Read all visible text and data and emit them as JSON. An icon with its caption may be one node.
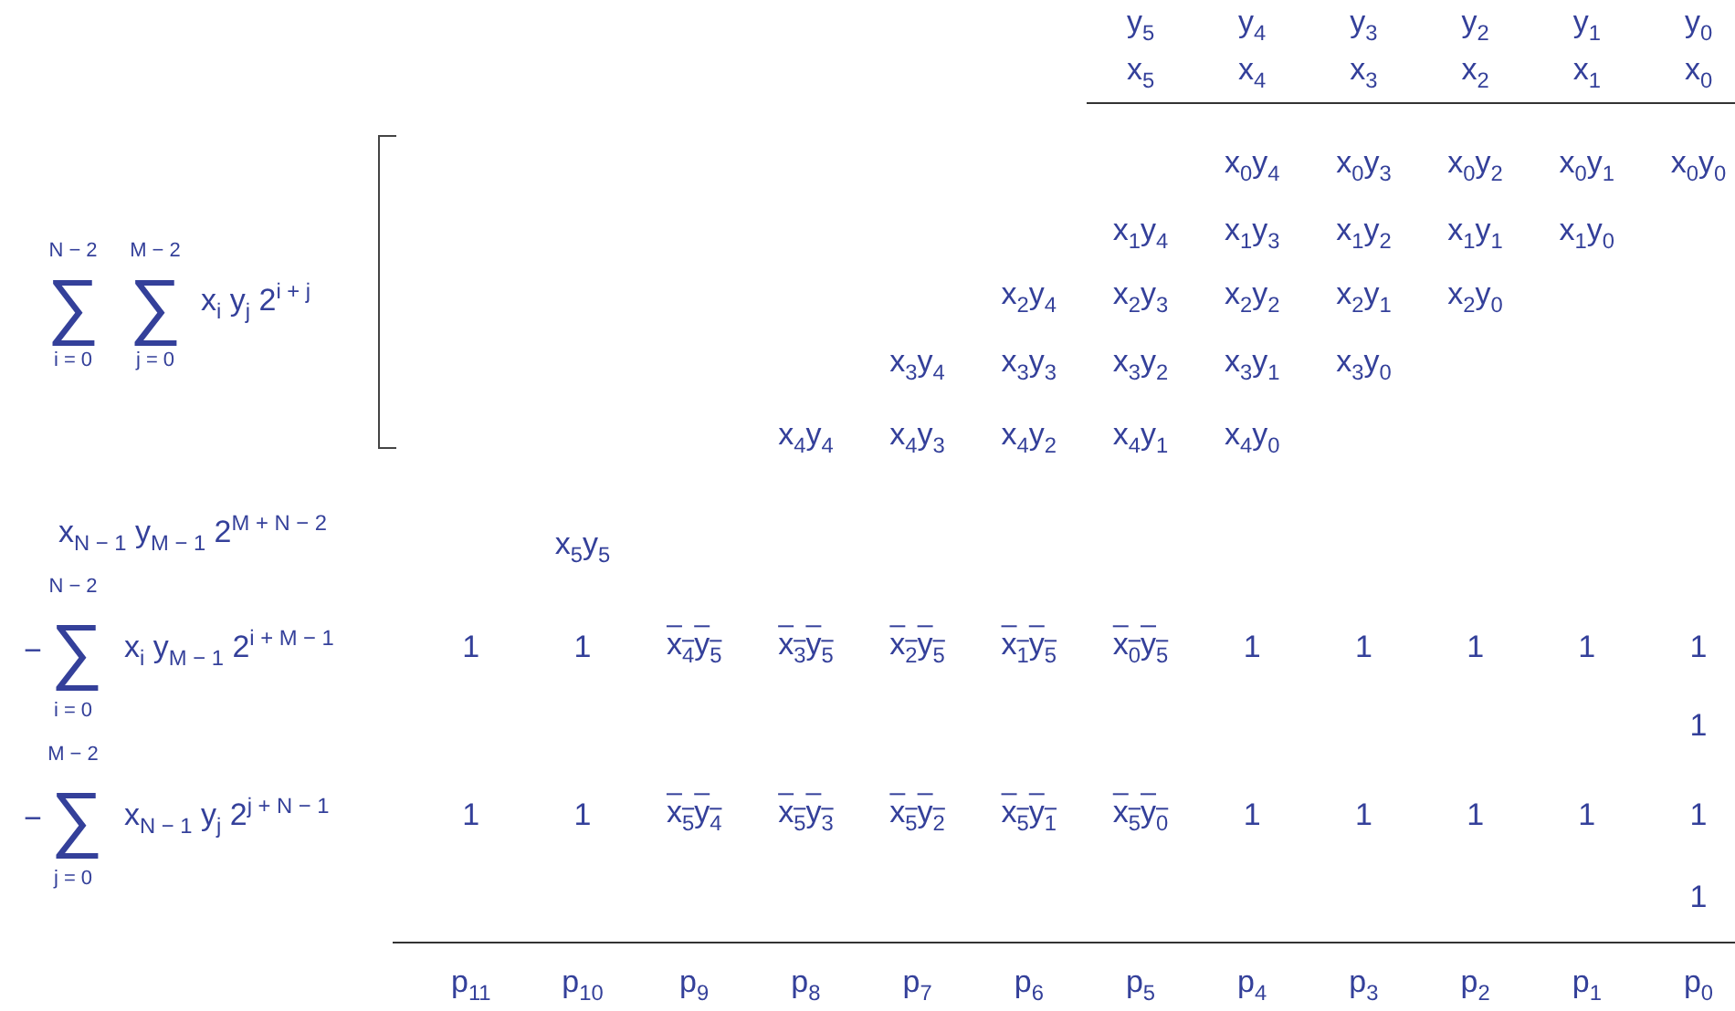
{
  "diagram": {
    "labels": [
      "y$_{5}$",
      "y$_{4}$",
      "y$_{3}$",
      "y$_{2}$",
      "y$_{1}$",
      "y$_{0}$",
      "x$_{5}$",
      "x$_{4}$",
      "x$_{3}$",
      "x$_{2}$",
      "x$_{1}$",
      "x$_{0}$",
      "x$_{0}$y$_{4}$",
      "x$_{0}$y$_{3}$",
      "x$_{0}$y$_{2}$",
      "x$_{0}$y$_{1}$",
      "x$_{0}$y$_{0}$",
      "x$_{1}$y$_{4}$",
      "x$_{1}$y$_{3}$",
      "x$_{1}$y$_{2}$",
      "x$_{1}$y$_{1}$",
      "x$_{1}$y$_{0}$",
      "N − 2",
      "M − 2",
      "x$_{2}$y$_{4}$",
      "x$_{2}$y$_{3}$",
      "x$_{2}$y$_{2}$",
      "x$_{2}$y$_{1}$",
      "x$_{2}$y$_{0}$",
      "∑",
      "∑",
      "x$_{i}$ y$_{j}$ 2$^{i + j}$",
      "i = 0",
      "j = 0",
      "x$_{3}$y$_{4}$",
      "x$_{3}$y$_{3}$",
      "x$_{3}$y$_{2}$",
      "x$_{3}$y$_{1}$",
      "x$_{3}$y$_{0}$",
      "x$_{4}$y$_{4}$",
      "x$_{4}$y$_{3}$",
      "x$_{4}$y$_{2}$",
      "x$_{4}$y$_{1}$",
      "x$_{4}$y$_{0}$",
      "x$_{N − 1}$ y$_{M − 1}$ 2$^{M + N − 2}$",
      "x$_{5}$y$_{5}$",
      "N − 2",
      "−",
      "∑",
      "x$_{i}$ y$_{M − 1}$ 2$^{i + M − 1}$",
      "1",
      "1",
      "x$_{4}$y$_{5}$",
      "x$_{3}$y$_{5}$",
      "x$_{2}$y$_{5}$",
      "x$_{1}$y$_{5}$",
      "x$_{0}$y$_{5}$",
      "1",
      "1",
      "1",
      "1",
      "1",
      "i = 0",
      "1",
      "M − 2",
      "−",
      "∑",
      "x$_{N − 1}$ y$_{j}$ 2$^{j + N − 1}$",
      "1",
      "1",
      "x$_{5}$y$_{4}$",
      "x$_{5}$y$_{3}$",
      "x$_{5}$y$_{2}$",
      "x$_{5}$y$_{1}$",
      "x$_{5}$y$_{0}$",
      "1",
      "1",
      "1",
      "1",
      "1",
      "j = 0",
      "1",
      "p$_{11}$",
      "p$_{10}$",
      "p$_{9}$",
      "p$_{8}$",
      "p$_{7}$",
      "p$_{6}$",
      "p$_{5}$",
      "p$_{4}$",
      "p$_{3}$",
      "p$_{2}$",
      "p$_{1}$",
      "p$_{0}$"
    ]
  }
}
